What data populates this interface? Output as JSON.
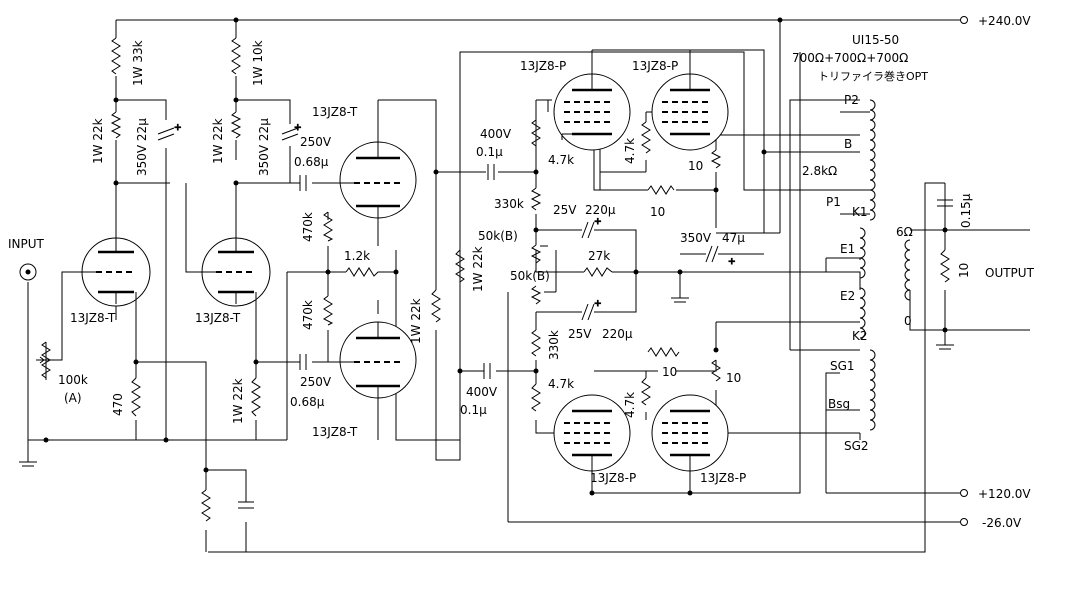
{
  "rails": {
    "b240": "+240.0V",
    "b120": "+120.0V",
    "bm26": "-26.0V"
  },
  "opt": {
    "model": "UI15-50",
    "impedance": "700Ω+700Ω+700Ω",
    "type": "トリファイラ巻きOPT",
    "taps": {
      "p2": "P2",
      "b": "B",
      "z": "2.8kΩ",
      "p1": "P1",
      "k1": "K1",
      "e1": "E1",
      "e2": "E2",
      "k2": "K2",
      "sg1": "SG1",
      "bsg": "Bsg",
      "sg2": "SG2"
    },
    "sec": {
      "z6": "6Ω",
      "z0": "0"
    }
  },
  "input": {
    "label": "INPUT",
    "pot_value": "100k",
    "pot_taper": "(A)"
  },
  "output": {
    "label": "OUTPUT",
    "cap": "0.15μ",
    "res": "10"
  },
  "tubes": {
    "v1": "13JZ8-T",
    "v2": "13JZ8-T",
    "v3": "13JZ8-T",
    "v4": "13JZ8-T",
    "pu1": "13JZ8-P",
    "pu2": "13JZ8-P",
    "pl1": "13JZ8-P",
    "pl2": "13JZ8-P"
  },
  "parts": {
    "r_1w33k": "1W 33k",
    "r_1w10k": "1W 10k",
    "r_1w22k_a": "1W 22k",
    "c_350v22u_a": "350V 22μ",
    "r_1w22k_b": "1W 22k",
    "c_350v22u_b": "350V 22μ",
    "r_470": "470",
    "r_1w22k_c": "1W 22k",
    "c_250v_a_v": "250V",
    "c_250v_a_c": "0.68μ",
    "c_250v_b_v": "250V",
    "c_250v_b_c": "0.68μ",
    "r_470k_a": "470k",
    "r_470k_b": "470k",
    "r_1k2": "1.2k",
    "r_1w22k_d": "1W 22k",
    "r_1w22k_e": "1W 22k",
    "c_400v_a_v": "400V",
    "c_400v_a_c": "0.1μ",
    "c_400v_b_v": "400V",
    "c_400v_b_c": "0.1μ",
    "r_4k7_a": "4.7k",
    "r_4k7_b": "4.7k",
    "r_4k7_c": "4.7k",
    "r_4k7_d": "4.7k",
    "r_10_a": "10",
    "r_10_b": "10",
    "r_10_c": "10",
    "r_10_d": "10",
    "r_330k_a": "330k",
    "r_330k_b": "330k",
    "c_25v_a_v": "25V",
    "c_25v_a_c": "220μ",
    "c_25v_b_v": "25V",
    "c_25v_b_c": "220μ",
    "vr_50k_a": "50k(B)",
    "vr_50k_b": "50k(B)",
    "r_27k": "27k",
    "c_350v47u_v": "350V",
    "c_350v47u_c": "47μ"
  }
}
